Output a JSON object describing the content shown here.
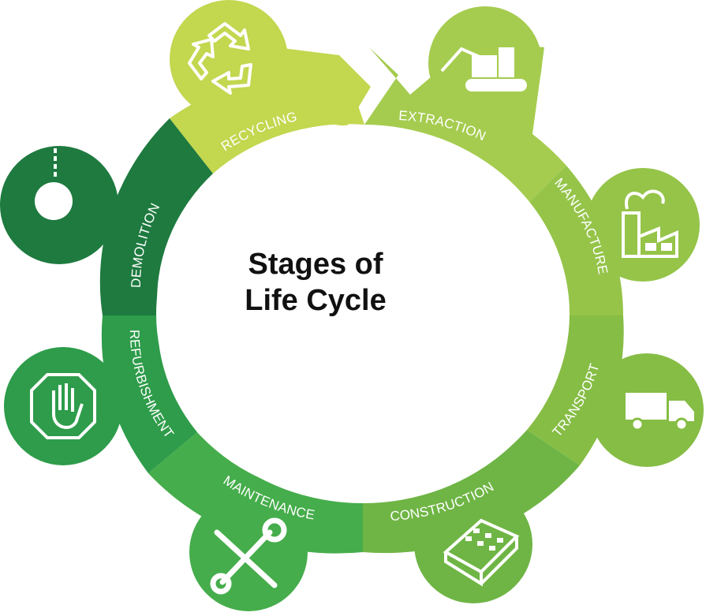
{
  "title_lines": [
    "Stages of",
    "Life Cycle"
  ],
  "stages": [
    {
      "label": "EXTRACTION",
      "icon": "excavator-icon",
      "color": "#a5cc4f"
    },
    {
      "label": "MANUFACTURE",
      "icon": "factory-icon",
      "color": "#95c449"
    },
    {
      "label": "TRANSPORT",
      "icon": "truck-icon",
      "color": "#86bd45"
    },
    {
      "label": "CONSTRUCTION",
      "icon": "brick-icon",
      "color": "#6fb545"
    },
    {
      "label": "MAINTENANCE",
      "icon": "tools-icon",
      "color": "#45ad4b"
    },
    {
      "label": "REFURBISHMENT",
      "icon": "stop-hand-icon",
      "color": "#2e9c4a"
    },
    {
      "label": "DEMOLITION",
      "icon": "wrecking-ball-icon",
      "color": "#1e7a3f"
    },
    {
      "label": "RECYCLING",
      "icon": "recycle-icon",
      "color": "#c3d74f"
    }
  ]
}
